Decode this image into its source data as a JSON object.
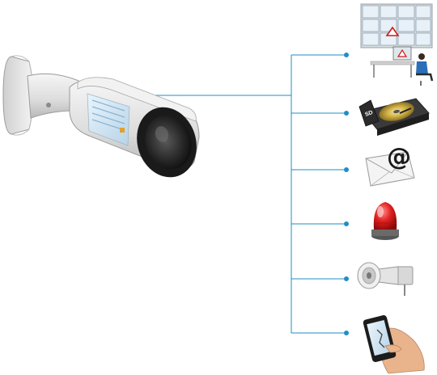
{
  "diagram": {
    "line_color": "#1e8fc6",
    "camera": {
      "icon": "security-camera-icon"
    },
    "outputs": [
      {
        "name": "video-wall-operator",
        "icon": "monitoring-station-icon"
      },
      {
        "name": "storage",
        "icon": "sd-card-hard-drive-icon",
        "card_label": "SD"
      },
      {
        "name": "email",
        "icon": "email-envelope-icon",
        "symbol": "@"
      },
      {
        "name": "strobe-light",
        "icon": "siren-light-icon"
      },
      {
        "name": "horn-speaker",
        "icon": "horn-speaker-icon"
      },
      {
        "name": "mobile-app",
        "icon": "smartphone-hand-icon"
      }
    ]
  }
}
